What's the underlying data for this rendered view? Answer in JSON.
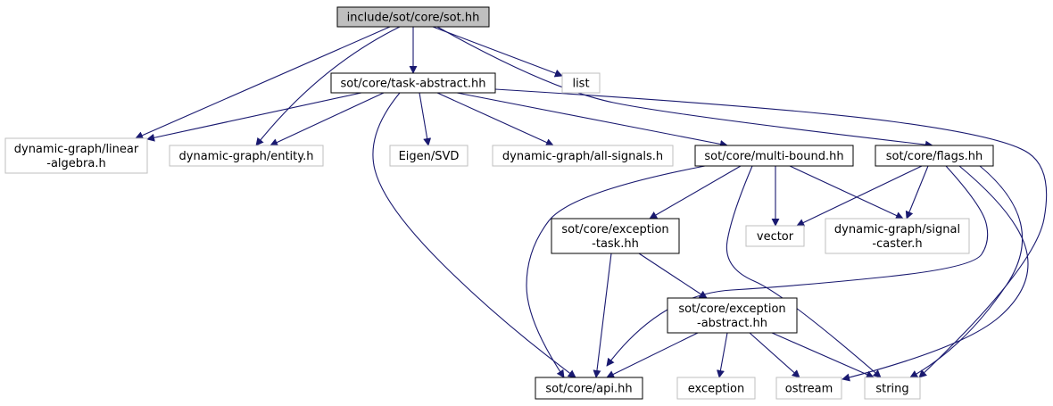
{
  "colors": {
    "edge": "#191970",
    "root_fill": "#bfbfbf",
    "root_border": "#000000",
    "documented_border": "#000000",
    "external_border": "#bfbfbf",
    "external_text": "#000000",
    "node_fill": "#ffffff"
  },
  "nodes": [
    {
      "id": "sot",
      "lines": [
        "include/sot/core/sot.hh"
      ],
      "kind": "root"
    },
    {
      "id": "task_abstract",
      "lines": [
        "sot/core/task-abstract.hh"
      ],
      "kind": "documented"
    },
    {
      "id": "list",
      "lines": [
        "list"
      ],
      "kind": "external"
    },
    {
      "id": "linear_algebra",
      "lines": [
        "dynamic-graph/linear",
        "-algebra.h"
      ],
      "kind": "external"
    },
    {
      "id": "entity",
      "lines": [
        "dynamic-graph/entity.h"
      ],
      "kind": "external"
    },
    {
      "id": "eigen_svd",
      "lines": [
        "Eigen/SVD"
      ],
      "kind": "external"
    },
    {
      "id": "all_signals",
      "lines": [
        "dynamic-graph/all-signals.h"
      ],
      "kind": "external"
    },
    {
      "id": "multi_bound",
      "lines": [
        "sot/core/multi-bound.hh"
      ],
      "kind": "documented"
    },
    {
      "id": "flags",
      "lines": [
        "sot/core/flags.hh"
      ],
      "kind": "documented"
    },
    {
      "id": "exception_task",
      "lines": [
        "sot/core/exception",
        "-task.hh"
      ],
      "kind": "documented"
    },
    {
      "id": "vector",
      "lines": [
        "vector"
      ],
      "kind": "external"
    },
    {
      "id": "signal_caster",
      "lines": [
        "dynamic-graph/signal",
        "-caster.h"
      ],
      "kind": "external"
    },
    {
      "id": "exception_abstract",
      "lines": [
        "sot/core/exception",
        "-abstract.hh"
      ],
      "kind": "documented"
    },
    {
      "id": "api",
      "lines": [
        "sot/core/api.hh"
      ],
      "kind": "documented"
    },
    {
      "id": "exception",
      "lines": [
        "exception"
      ],
      "kind": "external"
    },
    {
      "id": "ostream",
      "lines": [
        "ostream"
      ],
      "kind": "external"
    },
    {
      "id": "string",
      "lines": [
        "string"
      ],
      "kind": "external"
    }
  ],
  "edges": [
    [
      "sot",
      "task_abstract"
    ],
    [
      "sot",
      "list"
    ],
    [
      "sot",
      "linear_algebra"
    ],
    [
      "sot",
      "entity"
    ],
    [
      "sot",
      "flags"
    ],
    [
      "task_abstract",
      "linear_algebra"
    ],
    [
      "task_abstract",
      "entity"
    ],
    [
      "task_abstract",
      "eigen_svd"
    ],
    [
      "task_abstract",
      "all_signals"
    ],
    [
      "task_abstract",
      "multi_bound"
    ],
    [
      "task_abstract",
      "api"
    ],
    [
      "task_abstract",
      "string"
    ],
    [
      "multi_bound",
      "exception_task"
    ],
    [
      "multi_bound",
      "vector"
    ],
    [
      "multi_bound",
      "signal_caster"
    ],
    [
      "multi_bound",
      "api"
    ],
    [
      "multi_bound",
      "string"
    ],
    [
      "flags",
      "vector"
    ],
    [
      "flags",
      "signal_caster"
    ],
    [
      "flags",
      "api"
    ],
    [
      "flags",
      "ostream"
    ],
    [
      "flags",
      "string"
    ],
    [
      "exception_task",
      "exception_abstract"
    ],
    [
      "exception_task",
      "api"
    ],
    [
      "exception_abstract",
      "api"
    ],
    [
      "exception_abstract",
      "exception"
    ],
    [
      "exception_abstract",
      "ostream"
    ],
    [
      "exception_abstract",
      "string"
    ]
  ]
}
